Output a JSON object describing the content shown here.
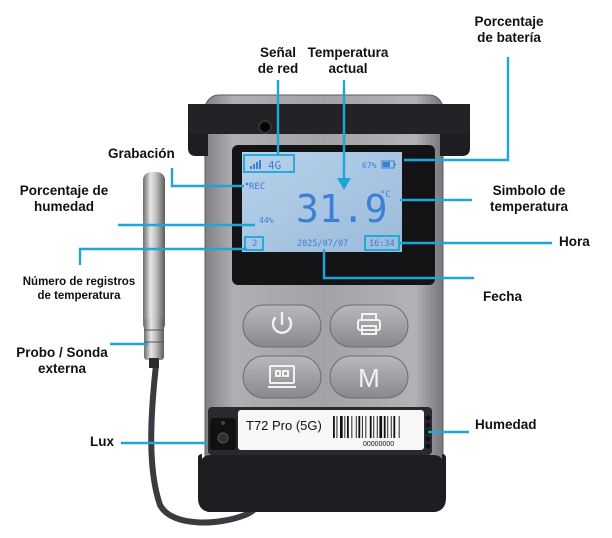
{
  "device": {
    "model_label": "T72 Pro (5G)",
    "serial": "00000000"
  },
  "lcd": {
    "network": "4G",
    "battery": "67%",
    "rec": "REC",
    "temperature": "31.9",
    "unit": "°C",
    "humidity": "44%",
    "records": "2",
    "date": "2025/07/07",
    "time": "16:34"
  },
  "labels": {
    "signal": "Señal\nde red",
    "temp_actual": "Temperatura\nactual",
    "battery_pct": "Porcentaje\nde batería",
    "recording": "Grabación",
    "humidity_pct": "Porcentaje de\nhumedad",
    "temp_symbol": "Simbolo de\ntemperatura",
    "time": "Hora",
    "records_count": "Número de registros\nde temperatura",
    "date": "Fecha",
    "probe": "Probo / Sonda\nexterna",
    "lux": "Lux",
    "humidity": "Humedad"
  },
  "colors": {
    "accent": "#1ca7d8",
    "lcd_bg": "#a9c6e2",
    "lcd_text": "#3b7fd6",
    "body": "#9b9b9f",
    "bumper": "#1e1e22"
  },
  "icons": [
    "signal-bars-icon",
    "battery-icon",
    "power-icon",
    "printer-icon",
    "monitor-icon",
    "m-button-icon",
    "barcode-icon"
  ]
}
